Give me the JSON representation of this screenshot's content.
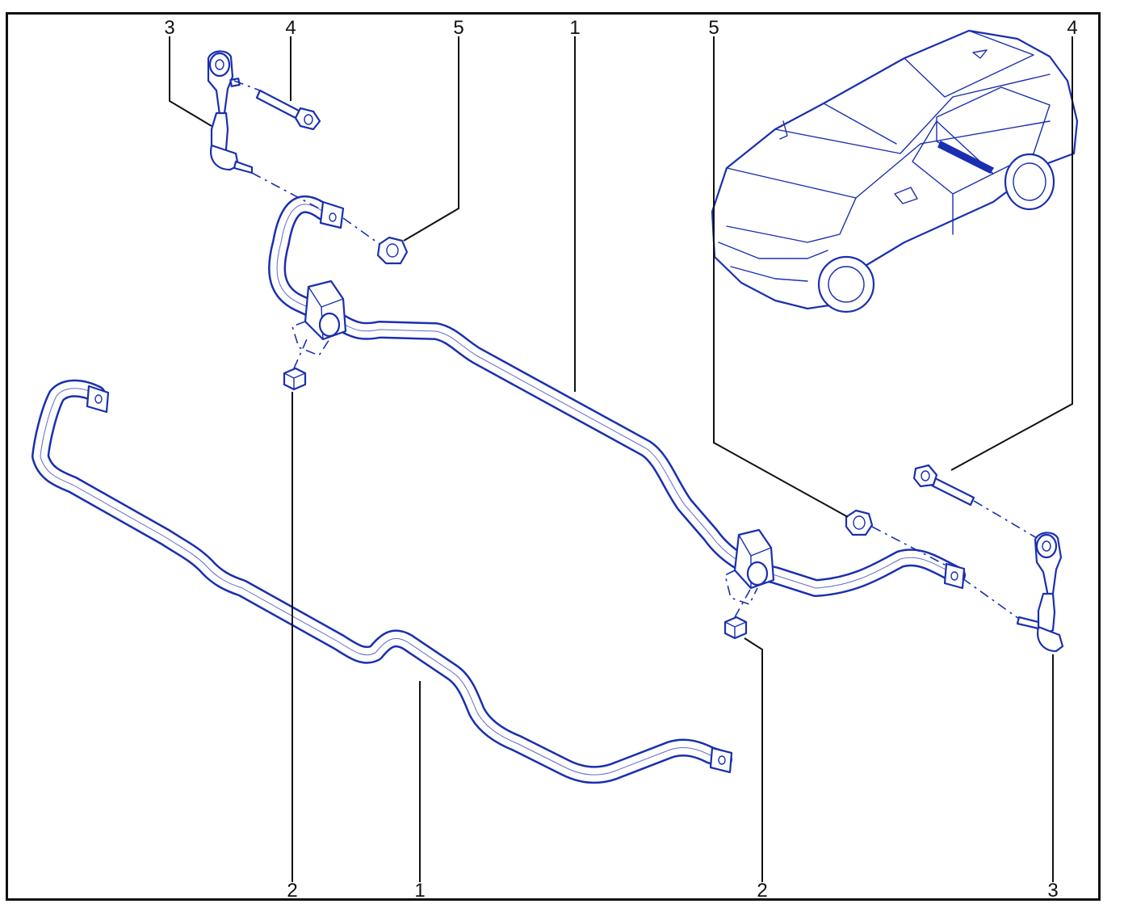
{
  "callouts": {
    "top_3": "3",
    "top_4_left": "4",
    "top_5_left": "5",
    "top_1": "1",
    "top_5_right": "5",
    "top_4_right": "4",
    "bottom_2_left": "2",
    "bottom_1": "1",
    "bottom_2_right": "2",
    "bottom_3": "3"
  },
  "colors": {
    "line_art": "#1a2fb0",
    "frame": "#111111",
    "background": "#ffffff"
  },
  "parts": [
    {
      "id": "1",
      "icon": "stabilizer-bar"
    },
    {
      "id": "2",
      "icon": "bushing-nut"
    },
    {
      "id": "3",
      "icon": "stabilizer-link"
    },
    {
      "id": "4",
      "icon": "bolt"
    },
    {
      "id": "5",
      "icon": "nut"
    }
  ]
}
